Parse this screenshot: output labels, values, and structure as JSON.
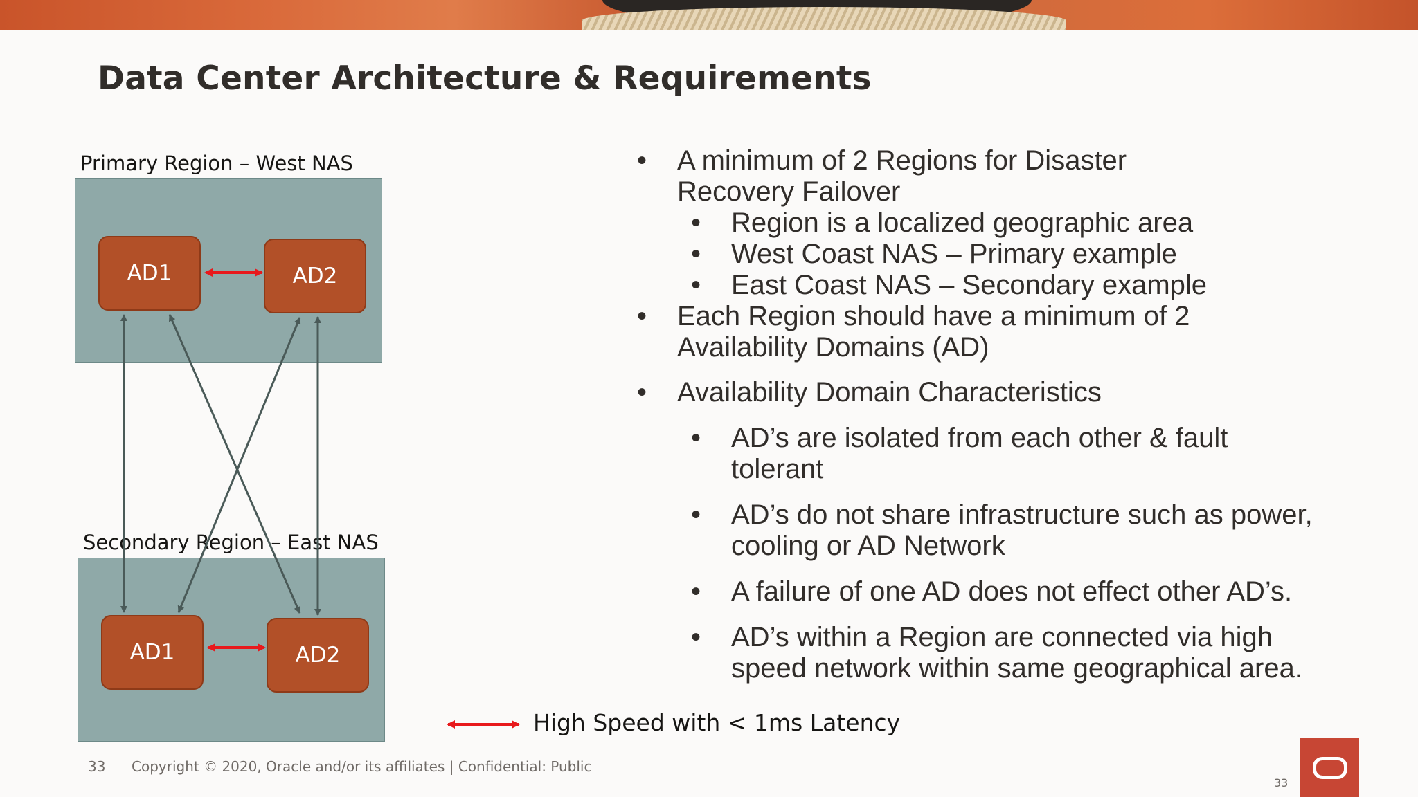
{
  "slide": {
    "title": "Data Center Architecture & Requirements"
  },
  "diagram": {
    "primary_region": {
      "label": "Primary Region – West NAS",
      "ad1": "AD1",
      "ad2": "AD2"
    },
    "secondary_region": {
      "label": "Secondary Region – East NAS",
      "ad1": "AD1",
      "ad2": "AD2"
    },
    "legend": "High Speed with < 1ms Latency",
    "colors": {
      "region_fill": "#8fa9a8",
      "ad_fill": "#b25028",
      "connector": "#4a5a58",
      "high_speed_arrow": "#e8191c"
    }
  },
  "bullets": [
    {
      "level": 1,
      "lines": [
        "A minimum of 2 Regions for Disaster",
        "Recovery Failover"
      ]
    },
    {
      "level": 2,
      "lines": [
        "Region is a localized geographic area"
      ]
    },
    {
      "level": 2,
      "lines": [
        "West Coast NAS – Primary example"
      ]
    },
    {
      "level": 2,
      "lines": [
        "East Coast NAS – Secondary example"
      ]
    },
    {
      "level": 1,
      "lines": [
        "Each Region should have a minimum of 2",
        "Availability Domains (AD)"
      ]
    },
    {
      "level": 1,
      "lines": [
        "Availability Domain Characteristics"
      ]
    },
    {
      "level": 2,
      "lines": [
        "AD’s are isolated from each other & fault",
        "tolerant"
      ]
    },
    {
      "level": 2,
      "lines": [
        "AD’s do not share infrastructure such as power,",
        "cooling or AD Network"
      ]
    },
    {
      "level": 2,
      "lines": [
        "A failure of one AD does not effect other AD’s."
      ]
    },
    {
      "level": 2,
      "lines": [
        "AD’s within a Region are connected via high",
        "speed network within same geographical area."
      ]
    }
  ],
  "bullet_symbol": "•",
  "footer": {
    "page_number": "33",
    "copyright": "Copyright © 2020, Oracle and/or its affiliates  |  Confidential: Public",
    "page_number_small": "33"
  },
  "logo": {
    "icon": "oracle-logo-icon",
    "color": "#c74634"
  }
}
